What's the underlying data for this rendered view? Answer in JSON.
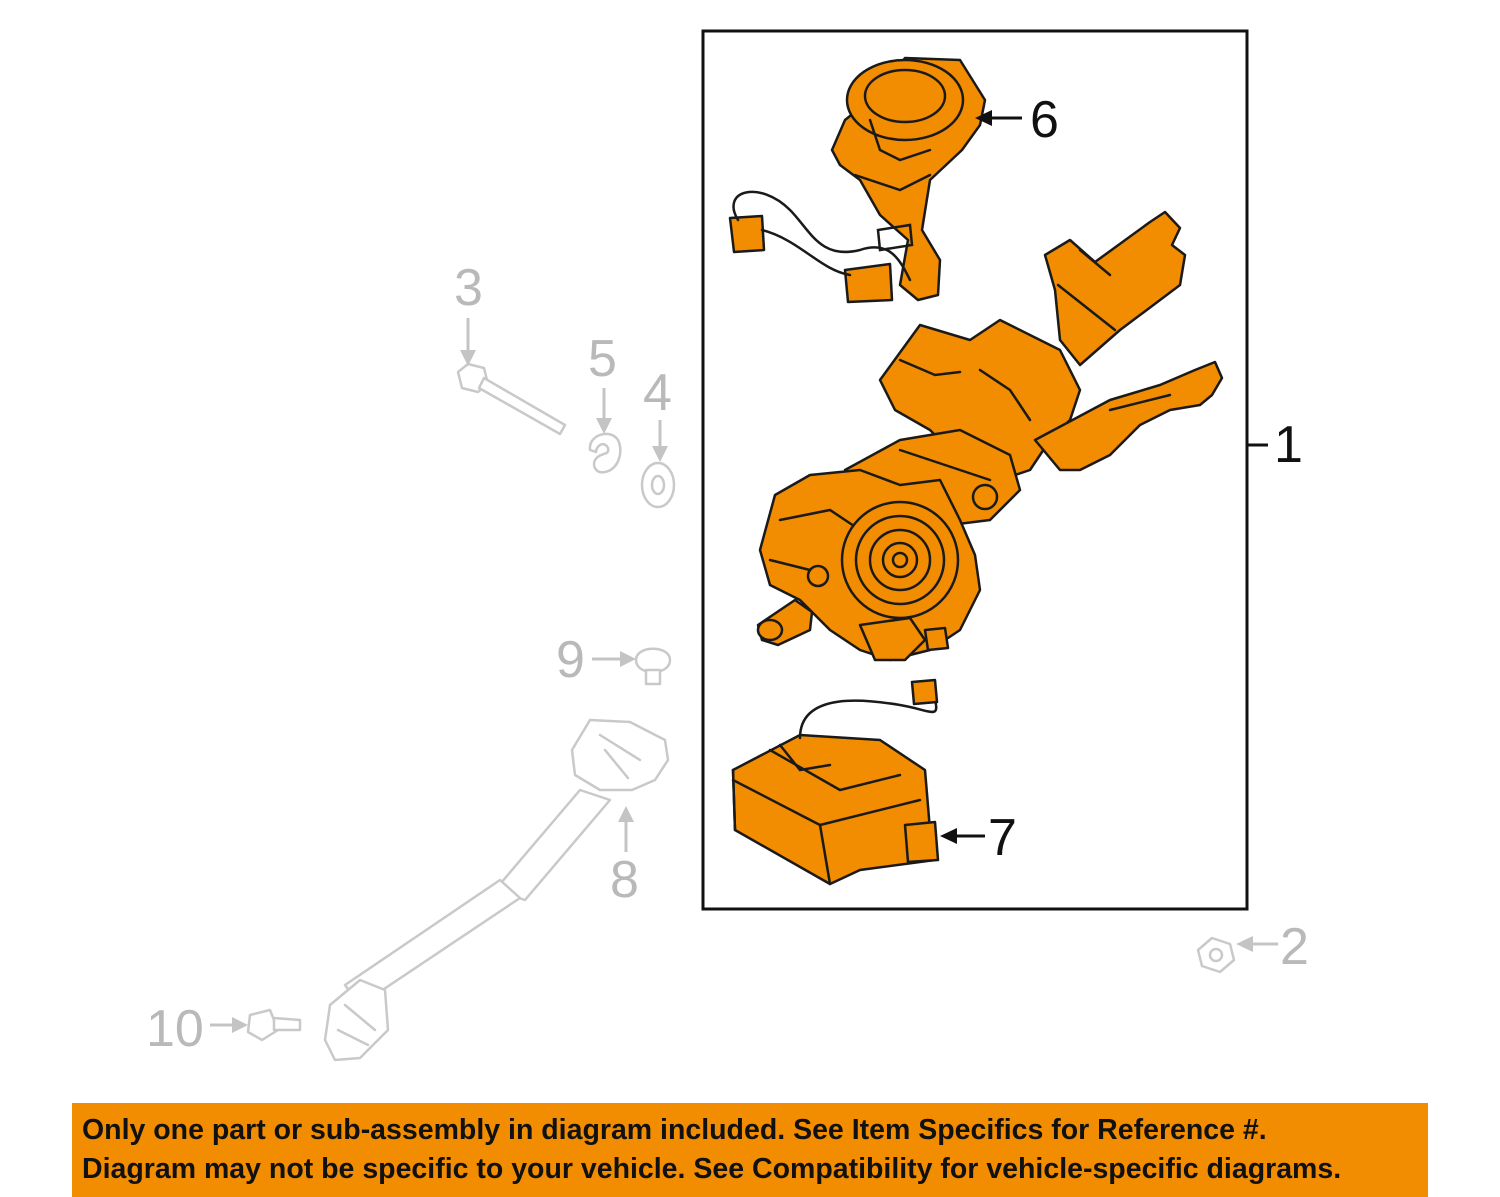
{
  "colors": {
    "highlight_part": "#f28c00",
    "outline": "#1a1a1a",
    "ghost_part": "#c9c9c9",
    "banner_background": "#f28c00",
    "banner_text": "#111111"
  },
  "callouts": {
    "c1": "1",
    "c2": "2",
    "c3": "3",
    "c4": "4",
    "c5": "5",
    "c6": "6",
    "c7": "7",
    "c8": "8",
    "c9": "9",
    "c10": "10"
  },
  "banner": {
    "line1": "Only one part or sub-assembly in diagram included. See Item Specifics for Reference #.",
    "line2": "Diagram may not be specific to your vehicle. See Compatibility for vehicle-specific diagrams."
  }
}
